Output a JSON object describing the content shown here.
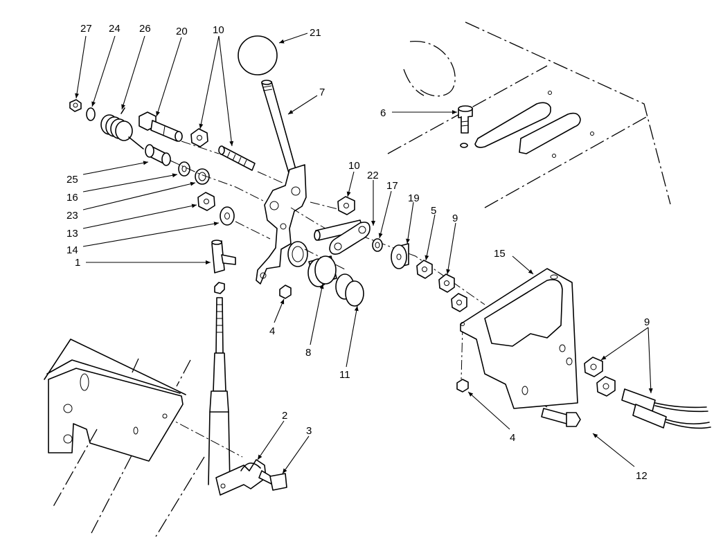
{
  "diagram": {
    "type": "exploded-parts-view",
    "callouts": [
      "27",
      "24",
      "26",
      "20",
      "10",
      "21",
      "7",
      "6",
      "10",
      "22",
      "17",
      "19",
      "5",
      "9",
      "15",
      "25",
      "16",
      "23",
      "13",
      "14",
      "1",
      "4",
      "8",
      "11",
      "9",
      "4",
      "2",
      "3",
      "12"
    ]
  }
}
